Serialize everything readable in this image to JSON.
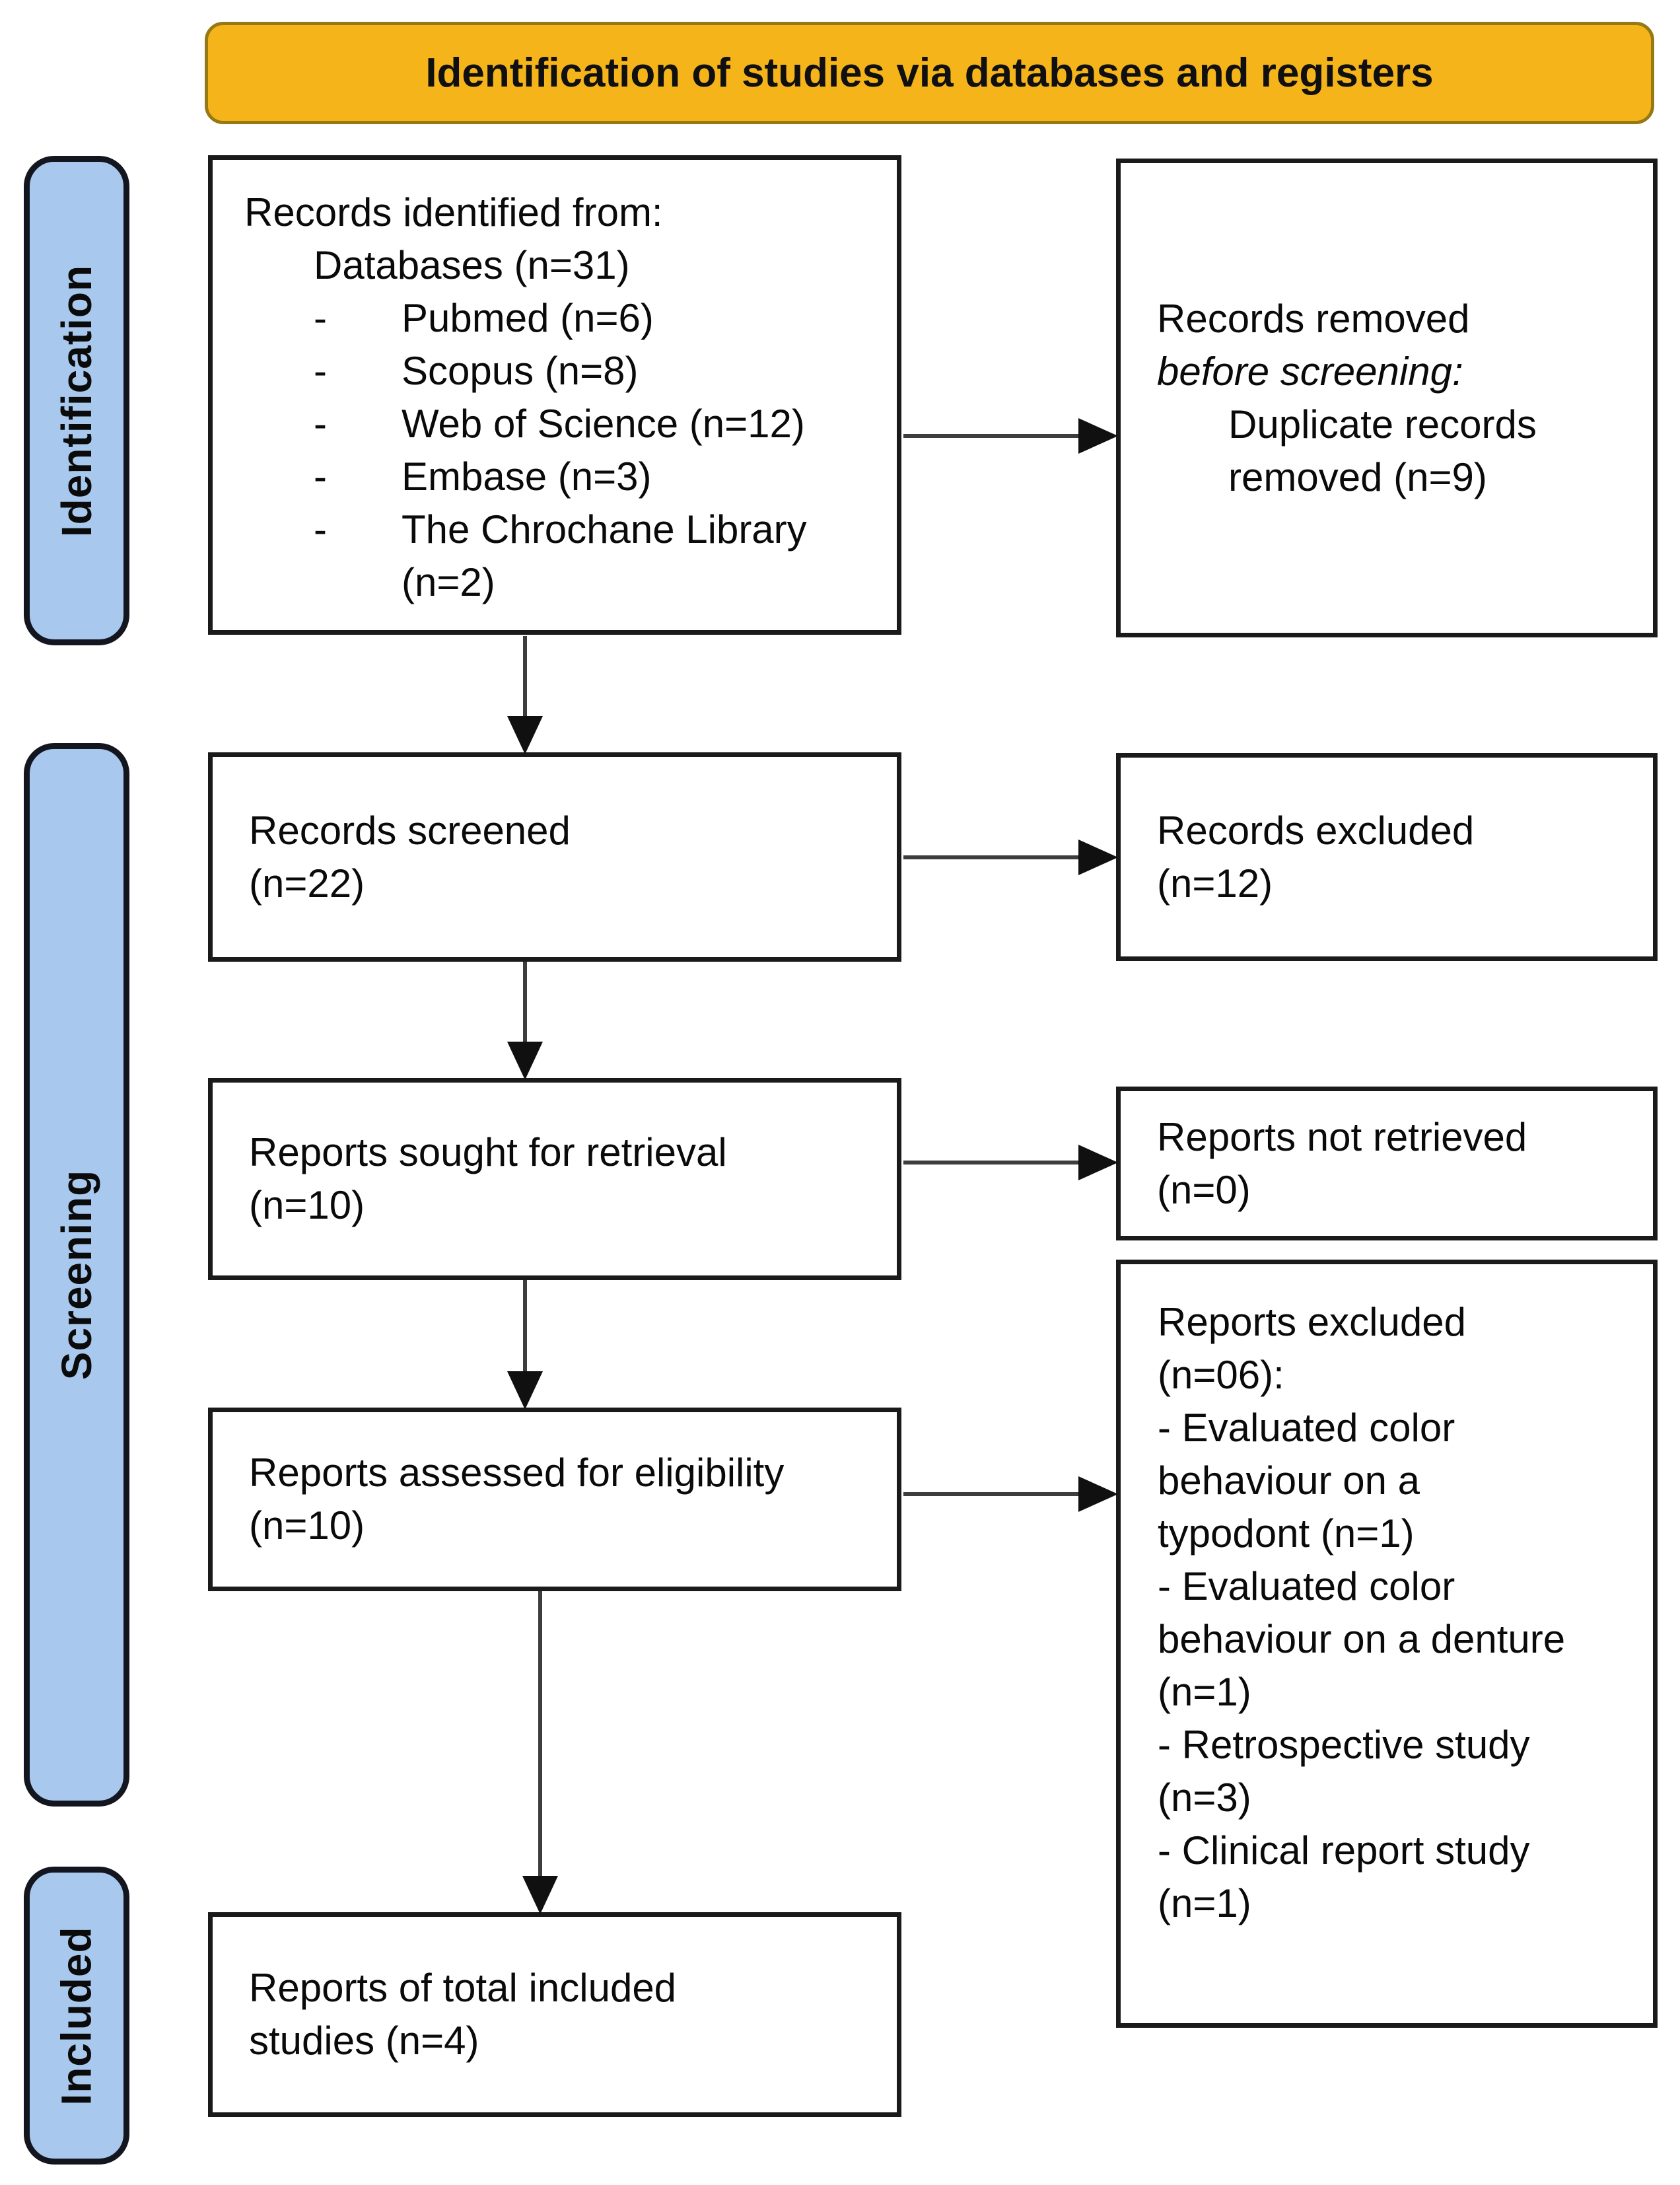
{
  "banner": {
    "title": "Identification of studies via databases and registers"
  },
  "stage_labels": {
    "identification": "Identification",
    "screening": "Screening",
    "included": "Included"
  },
  "boxes": {
    "records_identified": {
      "title": "Records identified from:",
      "subtitle": "Databases (n=31)",
      "items": [
        {
          "marker": "-",
          "text": "Pubmed (n=6)"
        },
        {
          "marker": "-",
          "text": "Scopus (n=8)"
        },
        {
          "marker": "-",
          "text": "Web of Science (n=12)"
        },
        {
          "marker": "-",
          "text": "Embase (n=3)"
        },
        {
          "marker": "-",
          "text": "The Chrochane Library (n=2)"
        }
      ]
    },
    "records_removed": {
      "line1": "Records removed",
      "line2": "before screening:",
      "line3": "Duplicate records",
      "line4": "removed (n=9)"
    },
    "records_screened": {
      "text": "Records screened\n(n=22)"
    },
    "records_excluded": {
      "text": "Records excluded\n(n=12)"
    },
    "reports_sought": {
      "text": "Reports sought for retrieval\n(n=10)"
    },
    "reports_not_retrieved": {
      "text": "Reports not retrieved\n(n=0)"
    },
    "reports_assessed": {
      "text": "Reports assessed for eligibility\n(n=10)"
    },
    "reports_excluded": {
      "text": "Reports excluded\n(n=06):\n- Evaluated color\nbehaviour on a\ntypodont (n=1)\n- Evaluated color\nbehaviour on a denture\n(n=1)\n- Retrospective study\n(n=3)\n- Clinical report study\n(n=1)"
    },
    "reports_included": {
      "text": "Reports of total included\nstudies (n=4)"
    }
  },
  "colors": {
    "banner_bg": "#F6B41B",
    "banner_border": "#967814",
    "label_bg": "#A8C8EE",
    "label_border": "#14161F",
    "box_border": "#1A1A1A",
    "arrow": "#3D3D3D",
    "arrowhead": "#101010"
  }
}
